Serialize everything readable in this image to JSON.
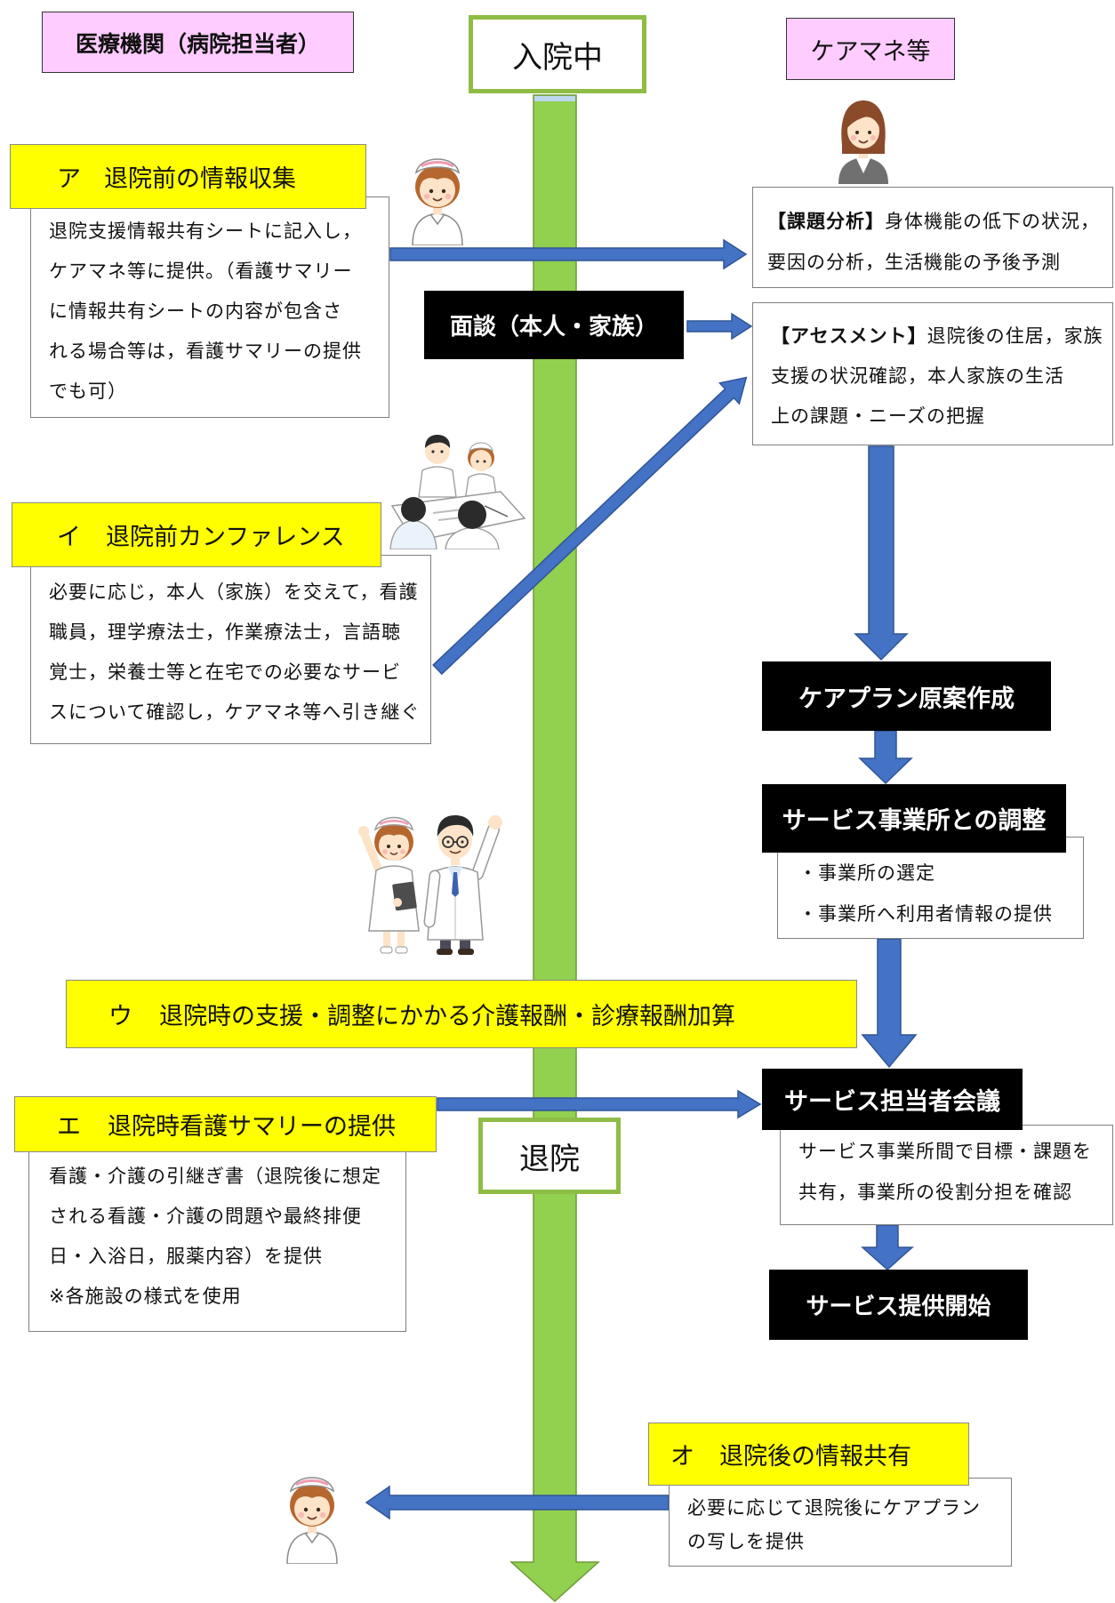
{
  "header": {
    "left_label": "医療機関（病院担当者）",
    "center_label": "入院中",
    "right_label": "ケアマネ等"
  },
  "discharge_label": "退院",
  "hospital_steps": [
    {
      "marker": "ア",
      "title": "退院前の情報収集",
      "lines": [
        "退院支援情報共有シートに記入し，",
        "ケアマネ等に提供。（看護サマリー",
        "に情報共有シートの内容が包含さ",
        "れる場合等は，看護サマリーの提供",
        "でも可）"
      ]
    },
    {
      "marker": "イ",
      "title": "退院前カンファレンス",
      "lines": [
        "必要に応じ，本人（家族）を交えて，看護",
        "職員，理学療法士，作業療法士，言語聴",
        "覚士，栄養士等と在宅での必要なサービ",
        "スについて確認し，ケアマネ等へ引き継ぐ"
      ]
    },
    {
      "marker": "エ",
      "title": "退院時看護サマリーの提供",
      "lines": [
        "看護・介護の引継ぎ書（退院後に想定",
        "される看護・介護の問題や最終排便",
        "日・入浴日，服薬内容）を提供",
        "※各施設の様式を使用"
      ]
    }
  ],
  "addition_banner": {
    "marker": "ウ",
    "title": "退院時の支援・調整にかかる介護報酬・診療報酬加算"
  },
  "post_discharge": {
    "marker": "オ",
    "title": "退院後の情報共有",
    "lines": [
      "必要に応じて退院後にケアプラン",
      "の写しを提供"
    ]
  },
  "interview": "面談（本人・家族）",
  "care_manager_steps": {
    "analysis": {
      "lead": "【課題分析】",
      "lines": [
        "身体機能の低下の状況，",
        "要因の分析，生活機能の予後予測"
      ]
    },
    "assessment": {
      "lead": "【アセスメント】",
      "lines": [
        "退院後の住居，家族",
        "支援の状況確認，本人家族の生活",
        "上の課題・ニーズの把握"
      ]
    },
    "draft_plan": "ケアプラン原案作成",
    "coordination": {
      "title": "サービス事業所との調整",
      "lines": [
        "・事業所の選定",
        "・事業所へ利用者情報の提供"
      ]
    },
    "meeting": {
      "title": "サービス担当者会議",
      "lines": [
        "サービス事業所間で目標・課題を",
        "共有，事業所の役割分担を確認"
      ]
    },
    "service_start": "サービス提供開始"
  },
  "colors": {
    "label_pink": "#ffccff",
    "highlight_yellow": "#ffff00",
    "arrow_blue": "#4472c4",
    "timeline_green": "#92d050",
    "box_black": "#000000"
  }
}
